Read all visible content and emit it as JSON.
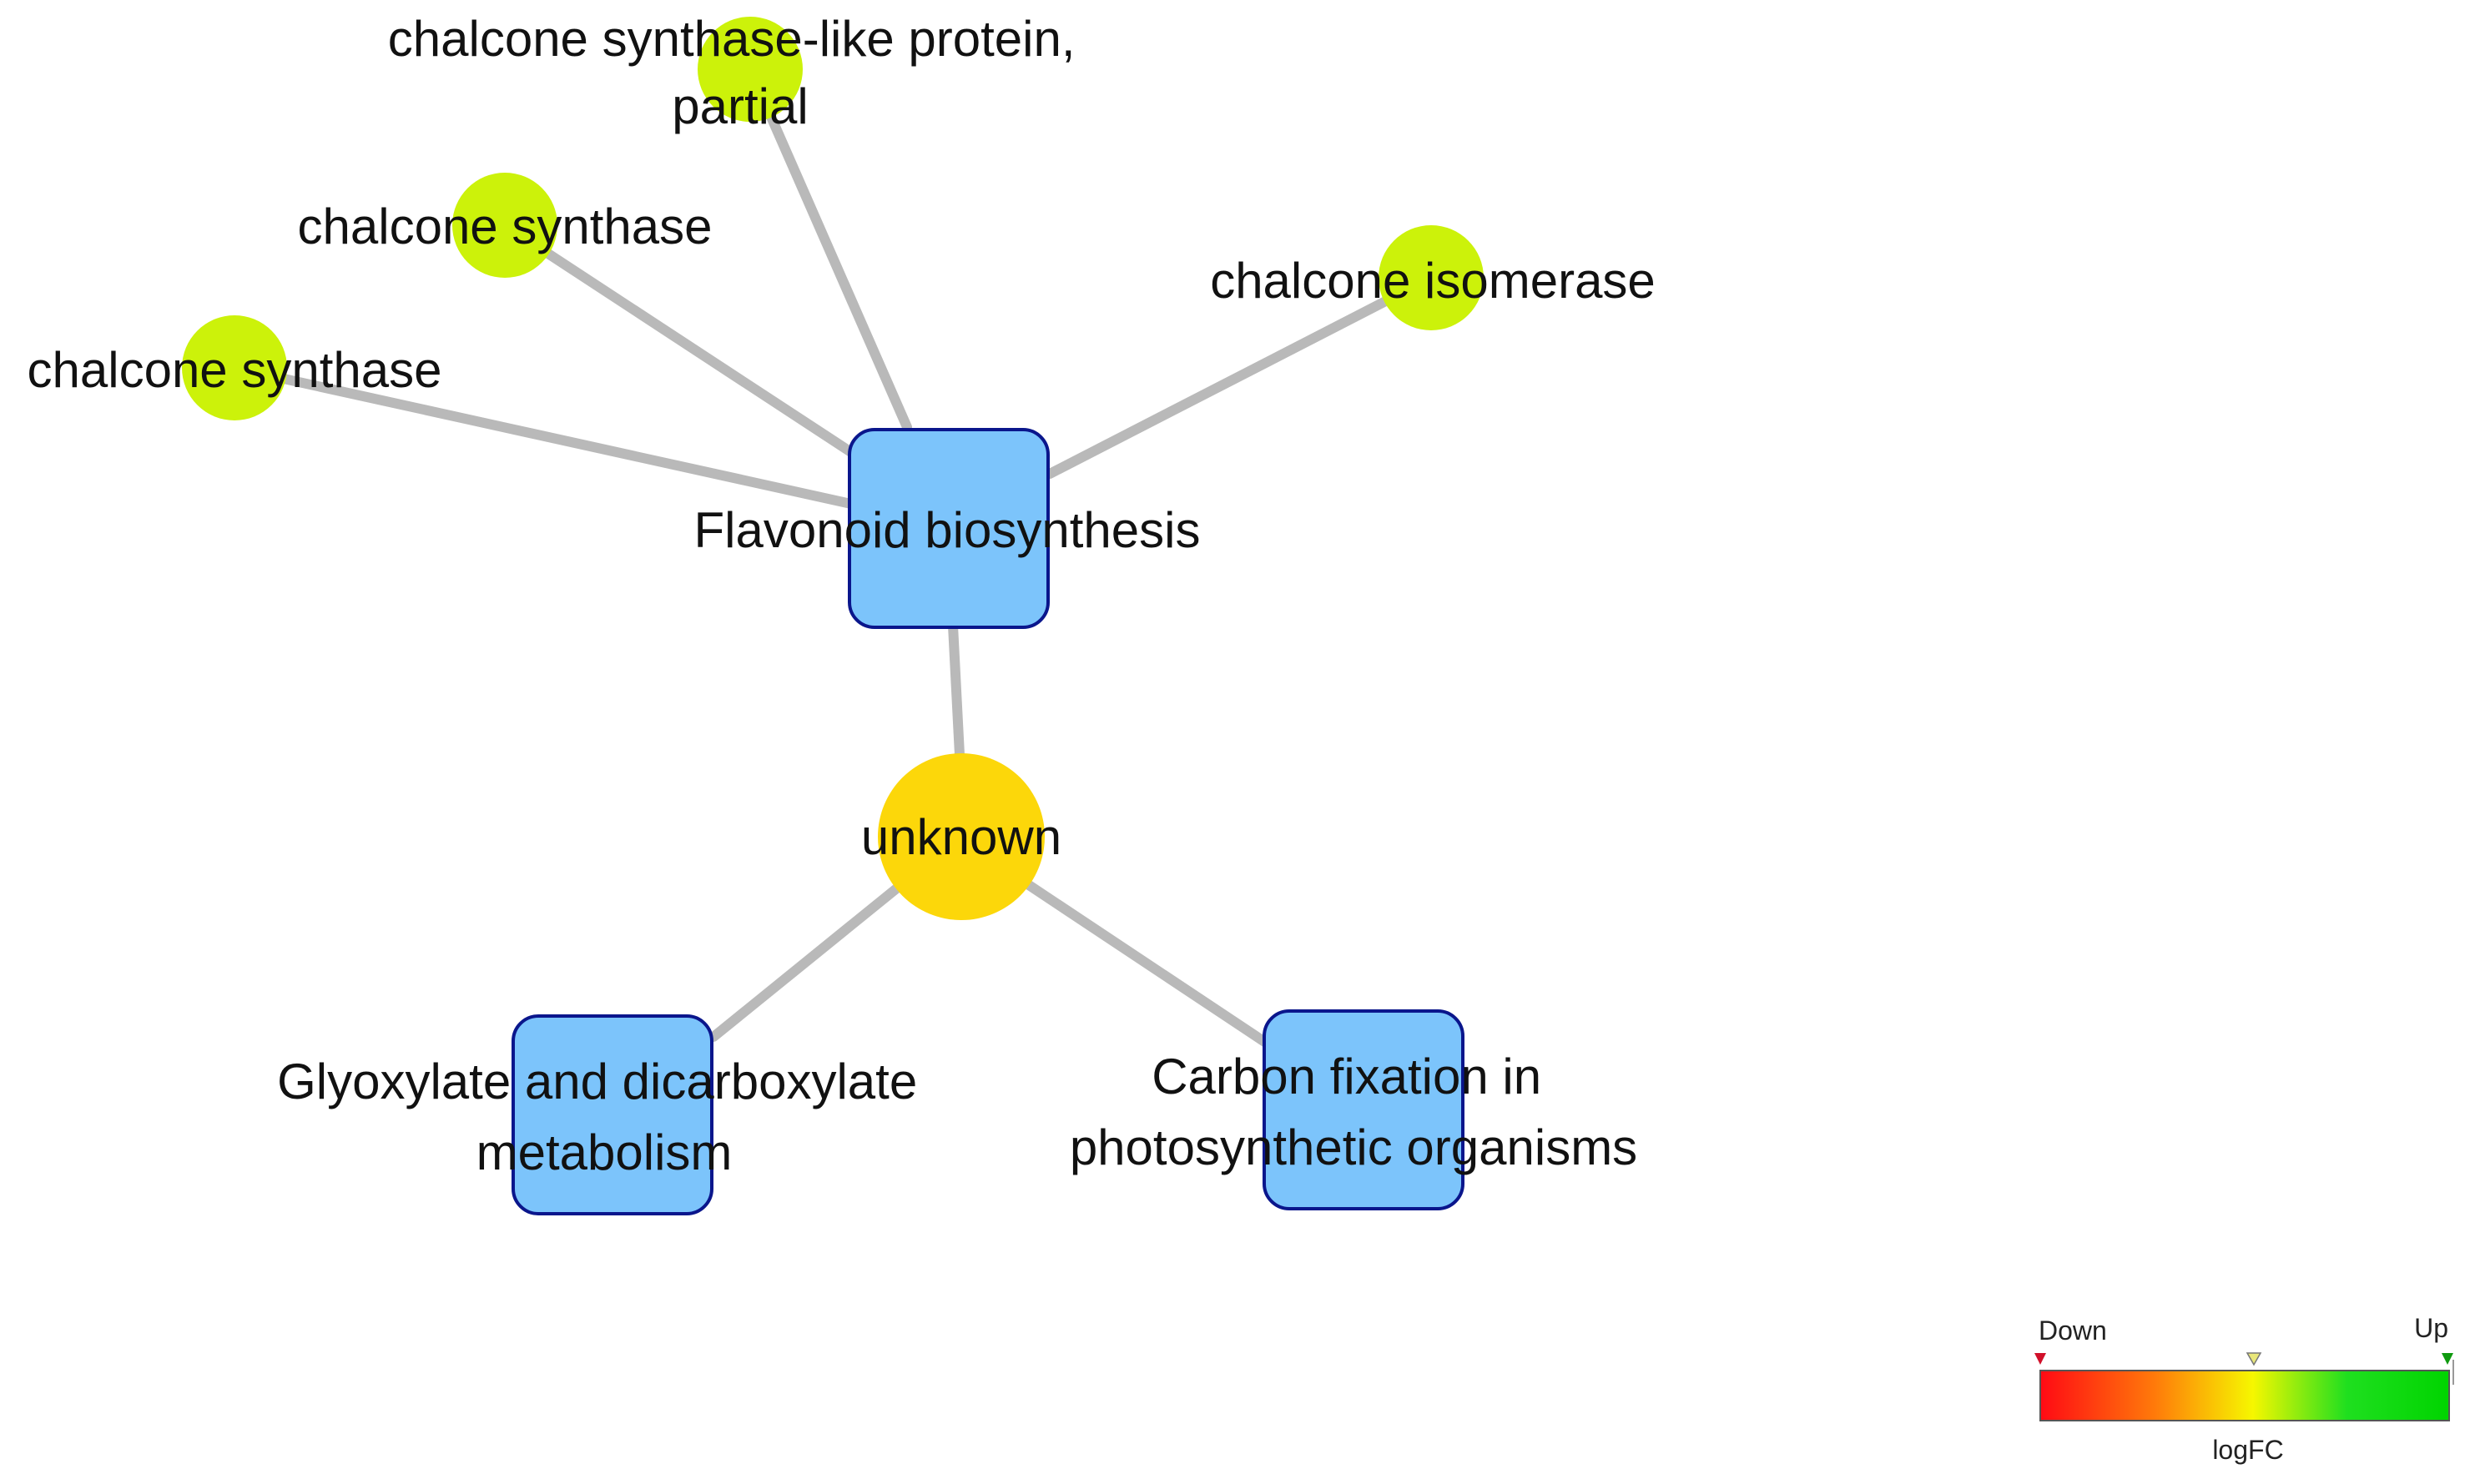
{
  "colors": {
    "pathway_fill": "#7cc4fb",
    "pathway_stroke": "#0a168c",
    "gene_fill": "#ccf20a",
    "unknown_fill": "#fcd70a",
    "edge": "#b9b9b9",
    "gradient": [
      "#ff0a14",
      "#ff7a0a",
      "#f6f700",
      "#1fdf1f",
      "#00d400"
    ]
  },
  "nodes": {
    "flavonoid": {
      "label_lines": [
        "Flavonoid biosynthesis"
      ]
    },
    "unknown": {
      "label_lines": [
        "unknown"
      ]
    },
    "glyoxylate": {
      "label_lines": [
        "Glyoxylate and dicarboxylate",
        "metabolism"
      ]
    },
    "carbon": {
      "label_lines": [
        "Carbon fixation in",
        "photosynthetic organisms"
      ]
    },
    "chs_like": {
      "label_lines": [
        "chalcone synthase-like protein,",
        "partial"
      ]
    },
    "chs1": {
      "label_lines": [
        "chalcone synthase"
      ]
    },
    "chs2": {
      "label_lines": [
        "chalcone synthase"
      ]
    },
    "chi": {
      "label_lines": [
        "chalcone isomerase"
      ]
    }
  },
  "legend": {
    "down": "Down",
    "up": "Up",
    "title": "logFC"
  }
}
